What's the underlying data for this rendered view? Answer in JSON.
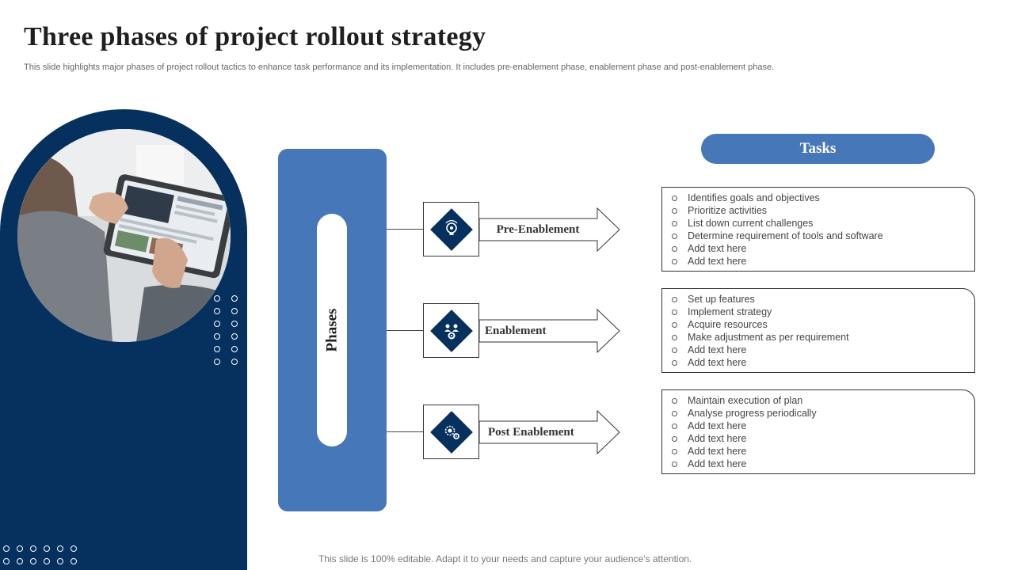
{
  "title": "Three phases of project rollout strategy",
  "subtitle": "This slide highlights major phases of project rollout tactics to enhance task performance and its implementation. It includes pre-enablement phase, enablement phase and post-enablement phase.",
  "phases_label": "Phases",
  "tasks_header": "Tasks",
  "phases": [
    {
      "label": "Pre-Enablement",
      "icon": "lightbulb-gear-icon",
      "tasks": [
        "Identifies goals and objectives",
        "Prioritize activities",
        "List down current challenges",
        "Determine requirement of tools and software",
        "Add text here",
        "Add text here"
      ]
    },
    {
      "label": "Enablement",
      "icon": "team-settings-icon",
      "tasks": [
        "Set up features",
        "Implement strategy",
        "Acquire resources",
        "Make adjustment as per requirement",
        "Add text here",
        "Add text here"
      ]
    },
    {
      "label": "Post Enablement",
      "icon": "idea-gears-icon",
      "tasks": [
        "Maintain execution of plan",
        "Analyse progress periodically",
        "Add text here",
        "Add text here",
        "Add text here",
        "Add text here"
      ]
    }
  ],
  "footer": "This slide is 100% editable. Adapt it to your needs and capture your audience's attention.",
  "colors": {
    "navy": "#06315f",
    "blue": "#4677b8",
    "title": "#1f1f1f"
  }
}
